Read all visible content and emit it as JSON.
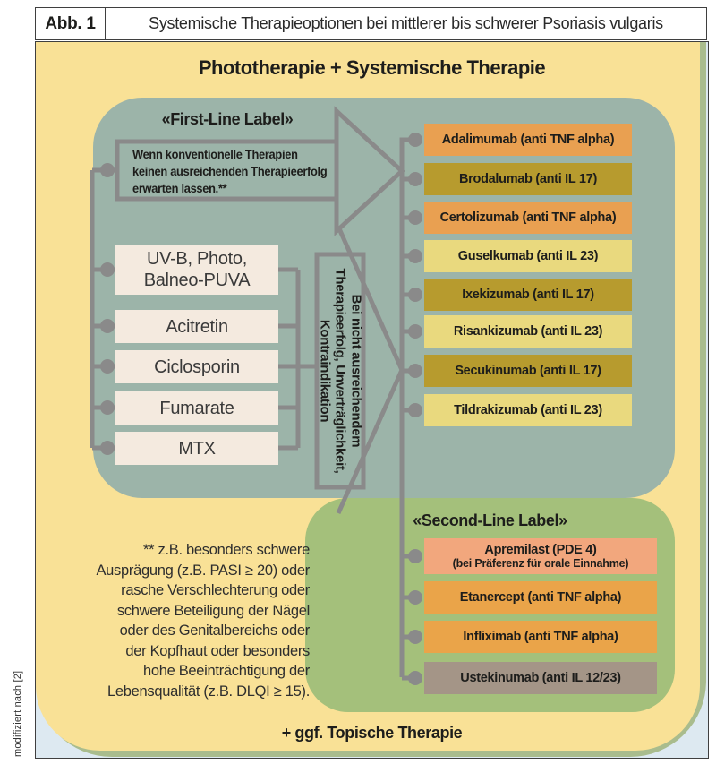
{
  "header": {
    "figure_label": "Abb. 1",
    "title": "Systemische Therapieoptionen bei mittlerer bis schwerer Psoriasis vulgaris"
  },
  "diagram": {
    "main_title": "Phototherapie + Systemische Therapie",
    "first_line": {
      "label": "«First-Line Label»",
      "condition": "Wenn konventionelle Therapien\nkeinen ausreichenden Therapieerfolg\nerwarten lassen.**",
      "conventional_therapies": [
        "UV-B, Photo,\nBalneo-PUVA",
        "Acitretin",
        "Ciclosporin",
        "Fumarate",
        "MTX"
      ],
      "escalation_note": "Bei nicht ausreichendem\nTherapieerfolg, Unverträglichkeit,\nKontraindikation",
      "biologics": [
        {
          "label": "Adalimumab (anti TNF alpha)",
          "color": "#e9a051"
        },
        {
          "label": "Brodalumab (anti IL 17)",
          "color": "#b79b2e"
        },
        {
          "label": "Certolizumab (anti TNF alpha)",
          "color": "#e9a051"
        },
        {
          "label": "Guselkumab (anti IL 23)",
          "color": "#e9d97e"
        },
        {
          "label": "Ixekizumab (anti IL 17)",
          "color": "#b79b2e"
        },
        {
          "label": "Risankizumab (anti IL 23)",
          "color": "#e9d97e"
        },
        {
          "label": "Secukinumab (anti IL 17)",
          "color": "#b79b2e"
        },
        {
          "label": "Tildrakizumab (anti IL 23)",
          "color": "#e9d97e"
        }
      ]
    },
    "second_line": {
      "label": "«Second-Line Label»",
      "drugs": [
        {
          "label": "Apremilast (PDE 4)",
          "sublabel": "(bei Präferenz für orale Einnahme)",
          "color": "#f2a77d"
        },
        {
          "label": "Etanercept (anti TNF alpha)",
          "sublabel": "",
          "color": "#eaa449"
        },
        {
          "label": "Infliximab (anti TNF alpha)",
          "sublabel": "",
          "color": "#eaa449"
        },
        {
          "label": "Ustekinumab (anti IL 12/23)",
          "sublabel": "",
          "color": "#a49587"
        }
      ]
    },
    "footnote": "** z.B. besonders schwere\nAusprägung (z.B. PASI ≥ 20) oder\nrasche Verschlechterung oder\nschwere Beteiligung der Nägel\noder des Genitalbereichs oder\nder Kopfhaut oder besonders\nhohe Beeinträchtigung der\nLebensqualität (z.B. DLQI ≥ 15).",
    "bottom_note": "+ ggf. Topische Therapie",
    "credit": "modifiziert nach [2]"
  },
  "colors": {
    "background_yellow": "#f9e196",
    "panel_teal": "#9cb4a9",
    "second_line_green": "#a4c07b",
    "layer_sage": "#a9bc8d",
    "layer_blue": "#dde9f1",
    "conventional_cream": "#f4eadf",
    "connector_gray": "#8a8a8a"
  }
}
